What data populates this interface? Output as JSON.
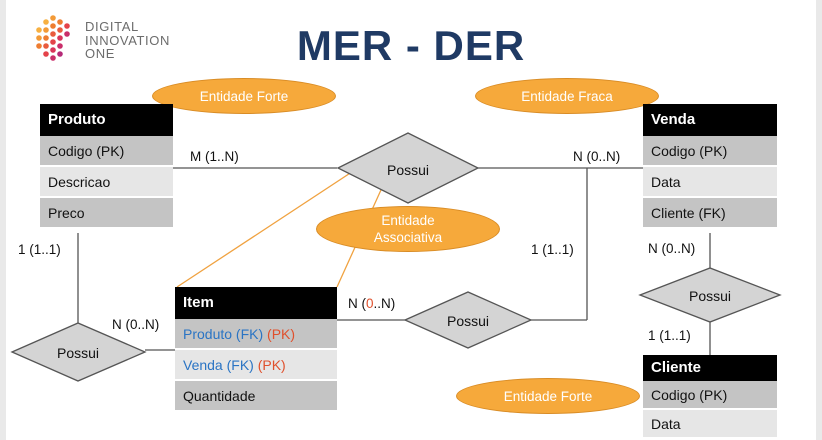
{
  "brand": {
    "line1": "DIGITAL",
    "line2": "INNOVATION",
    "line3": "ONE"
  },
  "title": "MER - DER",
  "entities": {
    "produto": {
      "name": "Produto",
      "attrs": [
        "Codigo (PK)",
        "Descricao",
        "Preco"
      ]
    },
    "venda": {
      "name": "Venda",
      "attrs": [
        "Codigo (PK)",
        "Data",
        "Cliente (FK)"
      ]
    },
    "item": {
      "name": "Item",
      "attr1": {
        "label": "Produto (FK)",
        "pk": "(PK)"
      },
      "attr2": {
        "label": "Venda (FK)",
        "pk": "(PK)"
      },
      "attr3": "Quantidade"
    },
    "cliente": {
      "name": "Cliente",
      "attrs": [
        "Codigo (PK)",
        "Data"
      ]
    }
  },
  "relationships": {
    "top": "Possui",
    "item_venda": "Possui",
    "produto_item": "Possui",
    "venda_cliente": "Possui"
  },
  "annotations": {
    "forte_top": "Entidade Forte",
    "fraca": "Entidade Fraca",
    "associativa_line1": "Entidade",
    "associativa_line2": "Associativa",
    "forte_bottom": "Entidade Forte"
  },
  "cardinalities": {
    "produto_top": "M (1..N)",
    "venda_top": "N (0..N)",
    "produto_bottom": "1 (1..1)",
    "item_left": "N (0..N)",
    "item_right": {
      "prefix": "N (",
      "zero": "0",
      "suffix": "..N)"
    },
    "venda_down": "1 (1..1)",
    "venda_cliente": "N (0..N)",
    "cliente_top": "1 (1..1)"
  },
  "colors": {
    "title": "#1f3a64",
    "oval": "#f6a93b",
    "connector": "#f0a240",
    "fk_blue": "#2a74c4",
    "pk_red": "#e0502c",
    "diamond": "#d4d4d4"
  }
}
